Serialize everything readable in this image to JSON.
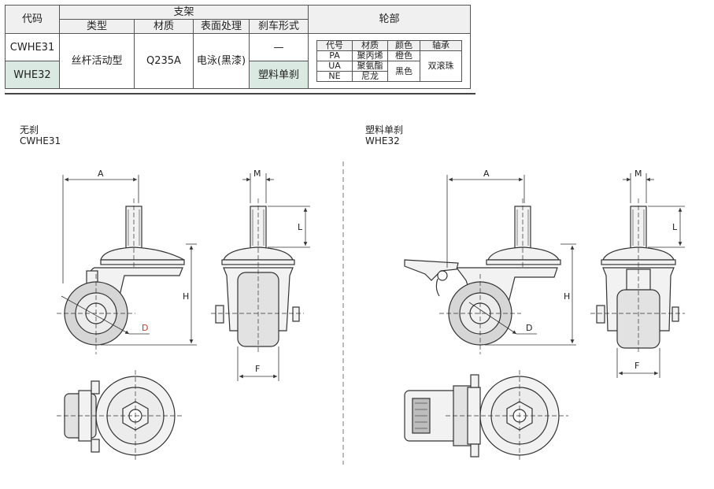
{
  "table": {
    "h_code": "代码",
    "h_bracket": "支架",
    "h_type": "类型",
    "h_material": "材质",
    "h_surface": "表面处理",
    "h_brake": "刹车形式",
    "h_wheel": "轮部",
    "code_1": "CWHE31",
    "code_2": "WHE32",
    "type_value": "丝杆活动型",
    "material_value": "Q235A",
    "surface_value": "电泳(黑漆)",
    "brake_1": "—",
    "brake_2": "塑料单刹",
    "wheel_sub": {
      "h_code": "代号",
      "h_material": "材质",
      "h_color": "颜色",
      "h_bearing": "轴承",
      "rows": [
        {
          "code": "PA",
          "material": "聚丙烯",
          "color": "橙色"
        },
        {
          "code": "UA",
          "material": "聚氨酯",
          "color": "黑色"
        },
        {
          "code": "NE",
          "material": "尼龙"
        }
      ],
      "bearing_value": "双滚珠"
    }
  },
  "captions": {
    "left_title": "无刹",
    "left_code": "CWHE31",
    "right_title": "塑料单刹",
    "right_code": "WHE32"
  },
  "dims": {
    "A": "A",
    "M": "M",
    "L": "L",
    "H": "H",
    "D": "D",
    "F": "F"
  },
  "colors": {
    "line": "#333333",
    "part_fill": "#f2f2f2",
    "wheel_fill": "#d6d6d6",
    "hub_fill": "#ececec",
    "highlight_row": "#dbe9e3",
    "header_fill": "#f0f0f0",
    "d_label_red": "#c0392b"
  }
}
